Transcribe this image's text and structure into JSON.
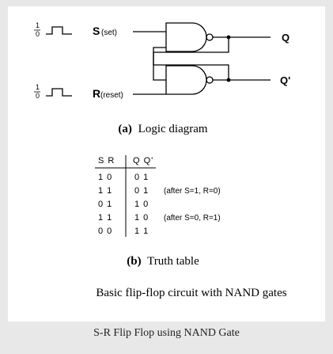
{
  "logic": {
    "s_level_high": "1",
    "s_level_low": "0",
    "s_label": "S",
    "s_sub": "(set)",
    "r_level_high": "1",
    "r_level_low": "0",
    "r_label": "R",
    "r_sub": "(reset)",
    "q_label": "Q",
    "qbar_label": "Q'"
  },
  "caption_a": {
    "letter": "(a)",
    "text": "Logic diagram"
  },
  "truth_table": {
    "headers": [
      "S R",
      "Q Q'"
    ],
    "rows": [
      {
        "sr": "1 0",
        "q": "0 1",
        "note": ""
      },
      {
        "sr": "1 1",
        "q": "0 1",
        "note": "(after S=1, R=0)"
      },
      {
        "sr": "0 1",
        "q": "1 0",
        "note": ""
      },
      {
        "sr": "1 1",
        "q": "1 0",
        "note": "(after S=0, R=1)"
      },
      {
        "sr": "0 0",
        "q": "1 1",
        "note": ""
      }
    ]
  },
  "caption_b": {
    "letter": "(b)",
    "text": "Truth table"
  },
  "description": "Basic flip-flop circuit with NAND gates",
  "footer_caption": "S-R Flip Flop using NAND Gate"
}
